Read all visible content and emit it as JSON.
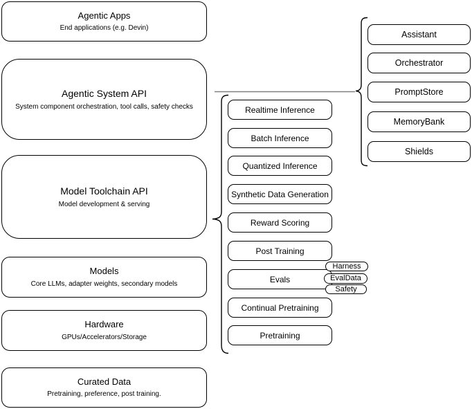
{
  "diagram": {
    "left_stack": [
      {
        "title": "Agentic Apps",
        "subtitle": "End applications (e.g. Devin)"
      },
      {
        "title": "Agentic System API",
        "subtitle": "System component orchestration, tool calls, safety checks"
      },
      {
        "title": "Model Toolchain API",
        "subtitle": "Model development & serving"
      },
      {
        "title": "Models",
        "subtitle": "Core LLMs, adapter weights, secondary models"
      },
      {
        "title": "Hardware",
        "subtitle": "GPUs/Accelerators/Storage"
      },
      {
        "title": "Curated Data",
        "subtitle": "Pretraining, preference, post training."
      }
    ],
    "toolchain": {
      "items": [
        "Realtime Inference",
        "Batch Inference",
        "Quantized Inference",
        "Synthetic Data Generation",
        "Reward Scoring",
        "Post Training",
        "Evals",
        "Continual Pretraining",
        "Pretraining"
      ]
    },
    "eval_tags": [
      "Harness",
      "EvalData",
      "Safety"
    ],
    "components": {
      "items": [
        "Assistant",
        "Orchestrator",
        "PromptStore",
        "MemoryBank",
        "Shields"
      ]
    },
    "colors": {
      "border": "#000000",
      "connector": "#808080",
      "background": "#ffffff",
      "text": "#000000"
    }
  }
}
